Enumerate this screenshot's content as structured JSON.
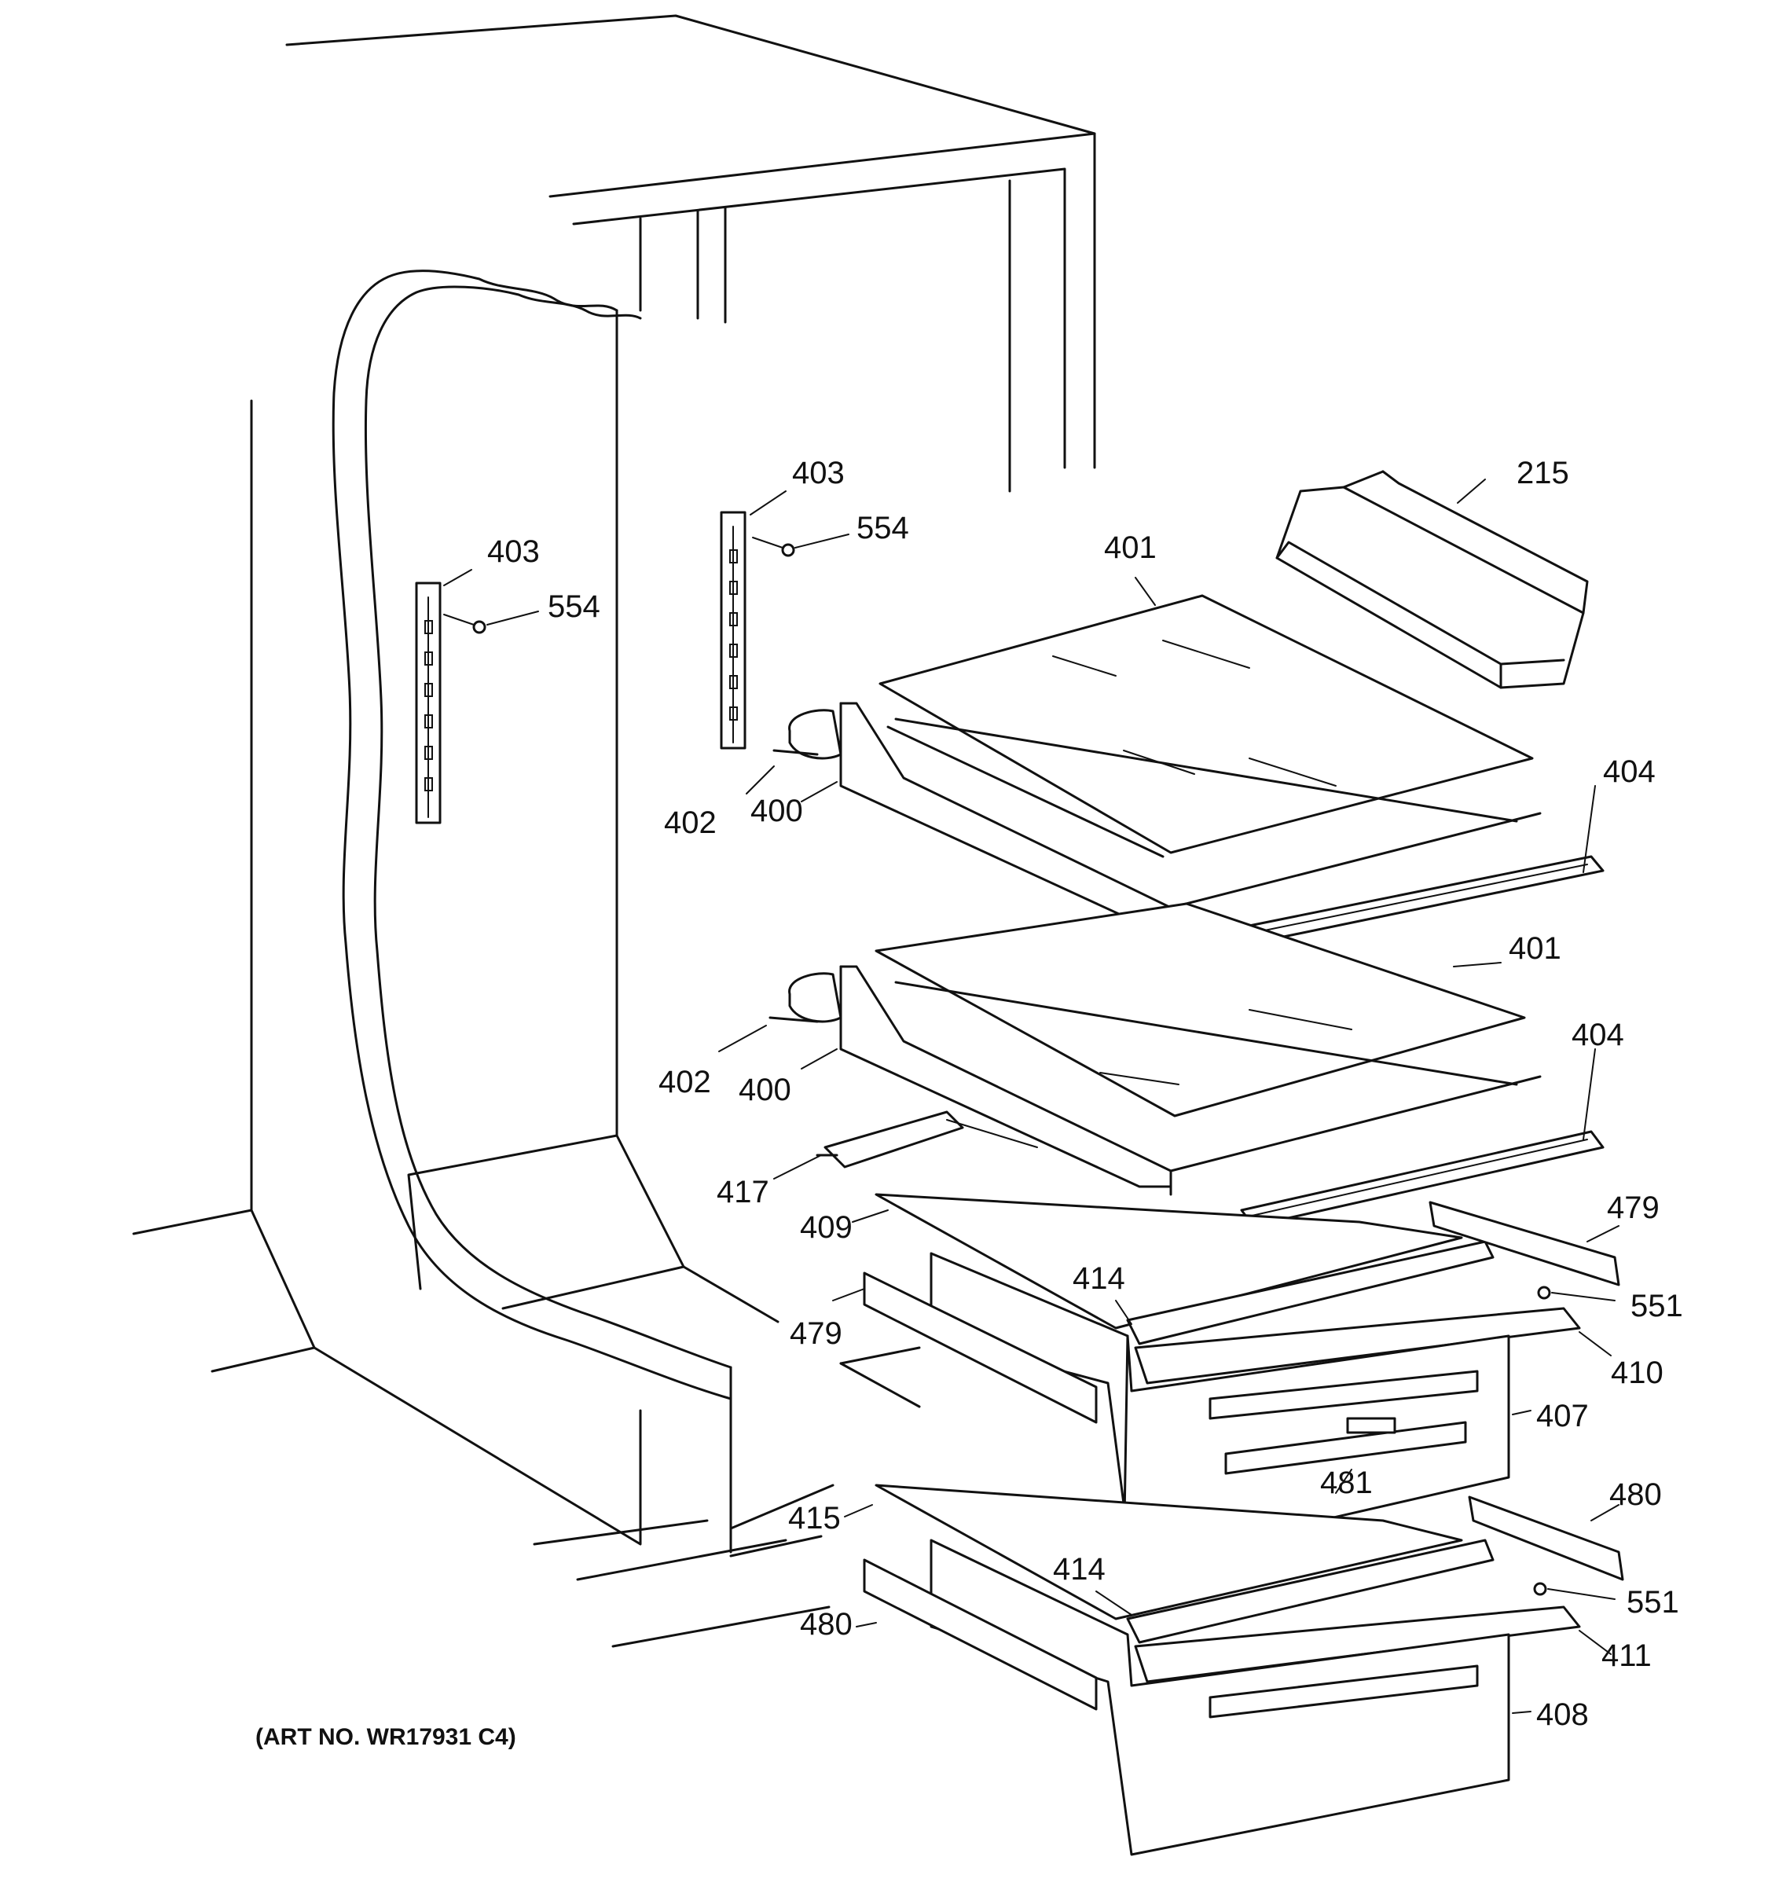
{
  "diagram": {
    "art_number": "(ART NO. WR17931 C4)",
    "callouts": {
      "215": "215",
      "400": "400",
      "401": "401",
      "402": "402",
      "403": "403",
      "404": "404",
      "407": "407",
      "408": "408",
      "409": "409",
      "410": "410",
      "411": "411",
      "414": "414",
      "415": "415",
      "417": "417",
      "479": "479",
      "480": "480",
      "481": "481",
      "551": "551",
      "554": "554"
    }
  }
}
